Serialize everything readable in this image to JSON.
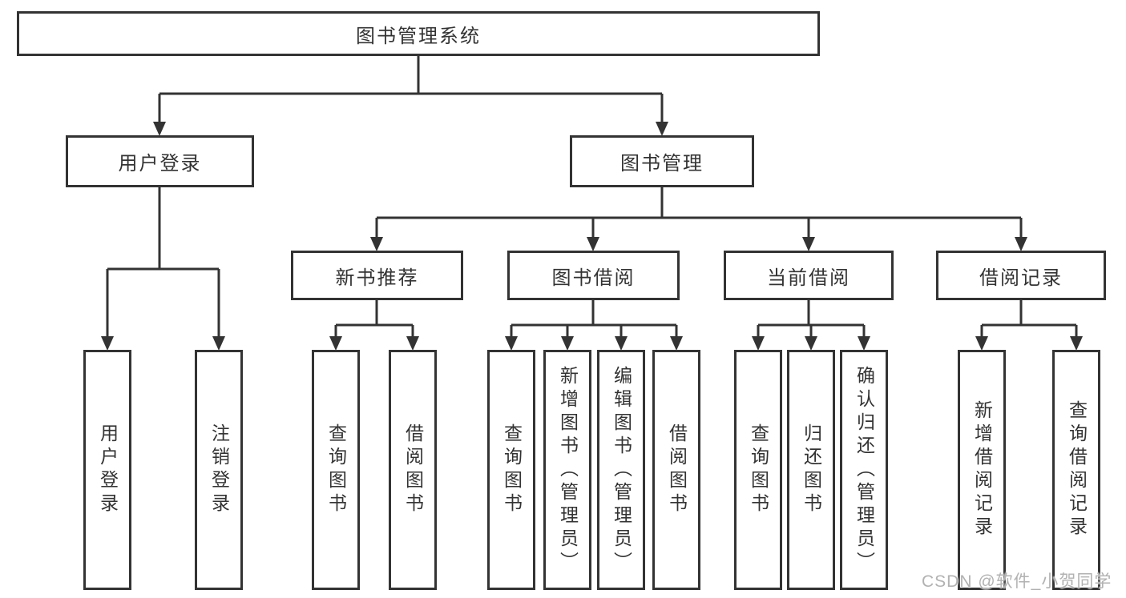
{
  "tree": {
    "root": {
      "label": "图书管理系统"
    },
    "branches": [
      {
        "label": "用户登录",
        "leaves": [
          {
            "label": "用户登录"
          },
          {
            "label": "注销登录"
          }
        ]
      },
      {
        "label": "图书管理",
        "groups": [
          {
            "label": "新书推荐",
            "leaves": [
              {
                "label": "查询图书"
              },
              {
                "label": "借阅图书"
              }
            ]
          },
          {
            "label": "图书借阅",
            "leaves": [
              {
                "label": "查询图书"
              },
              {
                "label": "新增图书（管理员）"
              },
              {
                "label": "编辑图书（管理员）"
              },
              {
                "label": "借阅图书"
              }
            ]
          },
          {
            "label": "当前借阅",
            "leaves": [
              {
                "label": "查询图书"
              },
              {
                "label": "归还图书"
              },
              {
                "label": "确认归还（管理员）"
              }
            ]
          },
          {
            "label": "借阅记录",
            "leaves": [
              {
                "label": "新增借阅记录"
              },
              {
                "label": "查询借阅记录"
              }
            ]
          }
        ]
      }
    ]
  },
  "watermark": {
    "text": "CSDN @软件_小贺同学",
    "color": "#b2b2b2"
  },
  "colors": {
    "line": "#333333",
    "box_border": "#333333",
    "text": "#333333",
    "background": "#ffffff"
  }
}
